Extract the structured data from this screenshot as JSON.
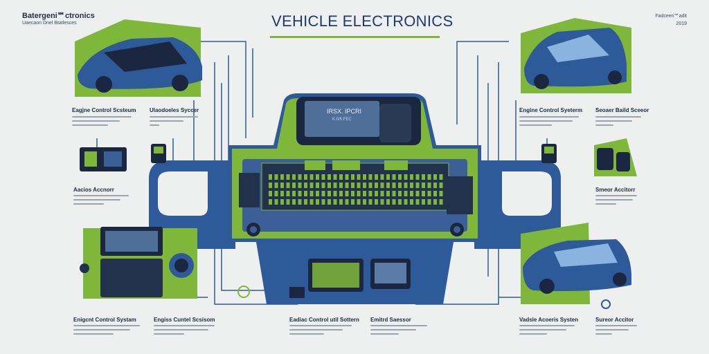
{
  "header": {
    "brand": "Batergeni℠ctronics",
    "brand_sub": "Uaecaon Dnel Btatlesces",
    "title": "VEHICLE ELECTRONICS",
    "right_line1": "Fadceeri℠adit",
    "right_line2": "2019"
  },
  "center_screen_text": "IRSX. IPCRI",
  "center_screen_sub": "K.0/5 FEC",
  "labels": {
    "l1": "Eagjne Control Scsteum",
    "l2": "Ulaodoeles Syccer",
    "l3": "Aacios Accnorr",
    "l4": "Enigcnt Control Systam",
    "l5": "Engiss Cuntel Scsisom",
    "l6": "Eadiac Control util Sottern",
    "l7": "Emitrd Saessor",
    "l8": "Engine Control Syeterm",
    "l9": "Seoaer Baild Sceeor",
    "l10": "Smeor Accitorr",
    "l11": "Vadsle Acoeris Systen",
    "l12": "Sureor Accitor"
  },
  "colors": {
    "navy": "#1f3a6b",
    "blue": "#2f5a99",
    "green": "#7fb73b",
    "board": "#3b5f96",
    "background": "#eef0ef"
  }
}
